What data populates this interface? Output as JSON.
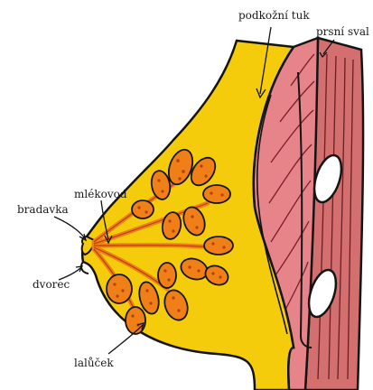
{
  "labels": {
    "subcutaneous_fat": "podkožní tuk",
    "pectoral_muscle": "prsní sval",
    "milk_duct": "mlékovod",
    "nipple": "bradavka",
    "areola": "dvorec",
    "lobule": "lalůček"
  },
  "colors": {
    "fat": "#f5cc0c",
    "muscle": "#e6848a",
    "muscle_light": "#f1a5ac",
    "rib_band": "#d36f6f",
    "gland": "#ef7f16",
    "gland_dark": "#b6400a",
    "rib": "#ffffff",
    "outline": "#141414"
  }
}
